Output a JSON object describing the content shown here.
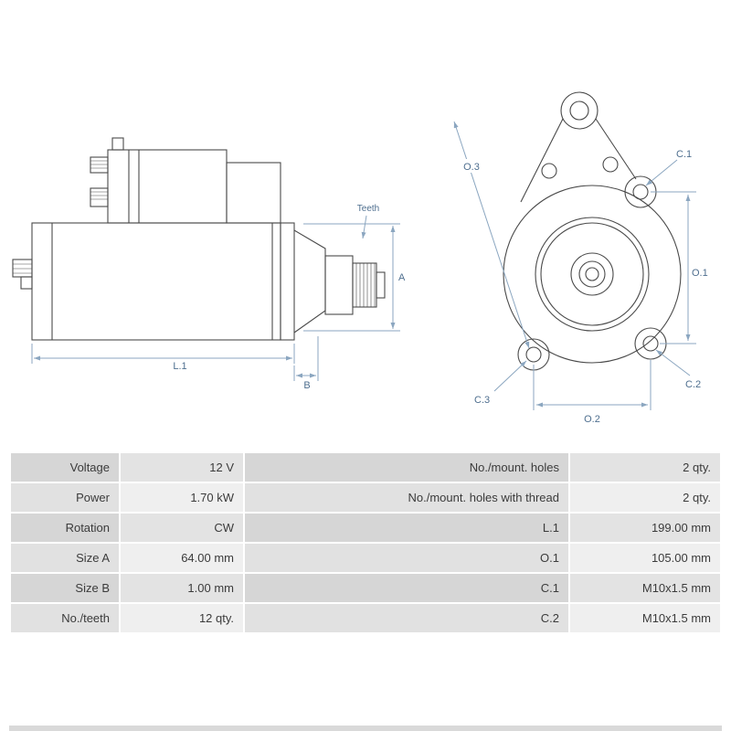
{
  "colors": {
    "background": "#ffffff",
    "drawing_line": "#4a4a4a",
    "dimension_line": "#8ba6c0",
    "dimension_text": "#4f6f8f",
    "table_text": "#3b3b3b",
    "row_odd_label_bg": "#d6d6d6",
    "row_odd_value_bg": "#e3e3e3",
    "row_even_label_bg": "#e1e1e1",
    "row_even_value_bg": "#efefef"
  },
  "diagram": {
    "side": {
      "teeth": "Teeth",
      "a": "A",
      "b": "B",
      "l1": "L.1"
    },
    "front": {
      "o1": "O.1",
      "o2": "O.2",
      "o3": "O.3",
      "c1": "C.1",
      "c2": "C.2",
      "c3": "C.3"
    }
  },
  "spec_table": {
    "rows": [
      {
        "left_label": "Voltage",
        "left_value": "12 V",
        "right_label": "No./mount. holes",
        "right_value": "2 qty."
      },
      {
        "left_label": "Power",
        "left_value": "1.70 kW",
        "right_label": "No./mount. holes with thread",
        "right_value": "2 qty."
      },
      {
        "left_label": "Rotation",
        "left_value": "CW",
        "right_label": "L.1",
        "right_value": "199.00 mm"
      },
      {
        "left_label": "Size A",
        "left_value": "64.00 mm",
        "right_label": "O.1",
        "right_value": "105.00 mm"
      },
      {
        "left_label": "Size B",
        "left_value": "1.00 mm",
        "right_label": "C.1",
        "right_value": "M10x1.5 mm"
      },
      {
        "left_label": "No./teeth",
        "left_value": "12 qty.",
        "right_label": "C.2",
        "right_value": "M10x1.5 mm"
      }
    ]
  }
}
